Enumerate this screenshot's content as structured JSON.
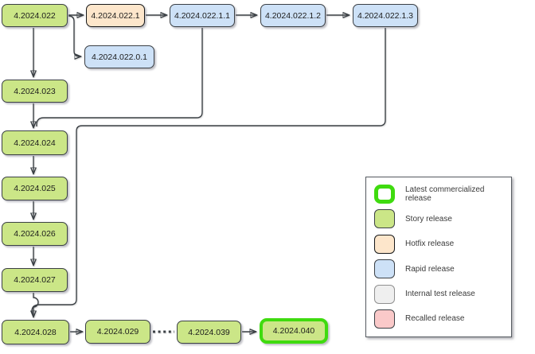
{
  "diagram": {
    "nodes": [
      {
        "id": "n022",
        "label": "4.2024.022",
        "type": "story"
      },
      {
        "id": "n022_1",
        "label": "4.2024.022.1",
        "type": "hotfix"
      },
      {
        "id": "n022_1_1",
        "label": "4.2024.022.1.1",
        "type": "rapid"
      },
      {
        "id": "n022_1_2",
        "label": "4.2024.022.1.2",
        "type": "rapid"
      },
      {
        "id": "n022_1_3",
        "label": "4.2024.022.1.3",
        "type": "rapid"
      },
      {
        "id": "n022_0_1",
        "label": "4.2024.022.0.1",
        "type": "rapid"
      },
      {
        "id": "n023",
        "label": "4.2024.023",
        "type": "story"
      },
      {
        "id": "n024",
        "label": "4.2024.024",
        "type": "story"
      },
      {
        "id": "n025",
        "label": "4.2024.025",
        "type": "story"
      },
      {
        "id": "n026",
        "label": "4.2024.026",
        "type": "story"
      },
      {
        "id": "n027",
        "label": "4.2024.027",
        "type": "story"
      },
      {
        "id": "n028",
        "label": "4.2024.028",
        "type": "story"
      },
      {
        "id": "n029",
        "label": "4.2024.029",
        "type": "story"
      },
      {
        "id": "n039",
        "label": "4.2024.039",
        "type": "story"
      },
      {
        "id": "n040",
        "label": "4.2024.040",
        "type": "story",
        "latest": true
      }
    ],
    "edges": [
      {
        "from": "4.2024.022",
        "to": "4.2024.022.1",
        "style": "arrow"
      },
      {
        "from": "4.2024.022",
        "to": "4.2024.022.0.1",
        "style": "arrow"
      },
      {
        "from": "4.2024.022",
        "to": "4.2024.023",
        "style": "arrow"
      },
      {
        "from": "4.2024.022.1",
        "to": "4.2024.022.1.1",
        "style": "arrow"
      },
      {
        "from": "4.2024.022.1.1",
        "to": "4.2024.022.1.2",
        "style": "arrow"
      },
      {
        "from": "4.2024.022.1.2",
        "to": "4.2024.022.1.3",
        "style": "arrow"
      },
      {
        "from": "4.2024.022.1.1",
        "to": "4.2024.024",
        "style": "arrow"
      },
      {
        "from": "4.2024.022.1.3",
        "to": "4.2024.028",
        "style": "arrow"
      },
      {
        "from": "4.2024.023",
        "to": "4.2024.024",
        "style": "arrow"
      },
      {
        "from": "4.2024.024",
        "to": "4.2024.025",
        "style": "arrow"
      },
      {
        "from": "4.2024.025",
        "to": "4.2024.026",
        "style": "arrow"
      },
      {
        "from": "4.2024.026",
        "to": "4.2024.027",
        "style": "arrow"
      },
      {
        "from": "4.2024.027",
        "to": "4.2024.028",
        "style": "arrow"
      },
      {
        "from": "4.2024.028",
        "to": "4.2024.029",
        "style": "arrow"
      },
      {
        "from": "4.2024.029",
        "to": "4.2024.039",
        "style": "dotted"
      },
      {
        "from": "4.2024.039",
        "to": "4.2024.040",
        "style": "arrow"
      }
    ]
  },
  "legend": {
    "items": [
      {
        "label": "Latest commercialized release",
        "type": "latest"
      },
      {
        "label": "Story release",
        "type": "story"
      },
      {
        "label": "Hotfix release",
        "type": "hotfix"
      },
      {
        "label": "Rapid release",
        "type": "rapid"
      },
      {
        "label": "Internal test release",
        "type": "internal"
      },
      {
        "label": "Recalled release",
        "type": "recalled"
      }
    ]
  },
  "colors": {
    "story": "#cbe687",
    "hotfix": "#fde6cb",
    "rapid": "#cde1f7",
    "internal": "#efefef",
    "recalled": "#fac9c9",
    "latest": "#3fdb0f",
    "line": "#3b4045",
    "legend_border": "#565b61",
    "internal_border": "#8f8f8f",
    "text": "#1c1c1c",
    "label": "#3a3a3a"
  }
}
